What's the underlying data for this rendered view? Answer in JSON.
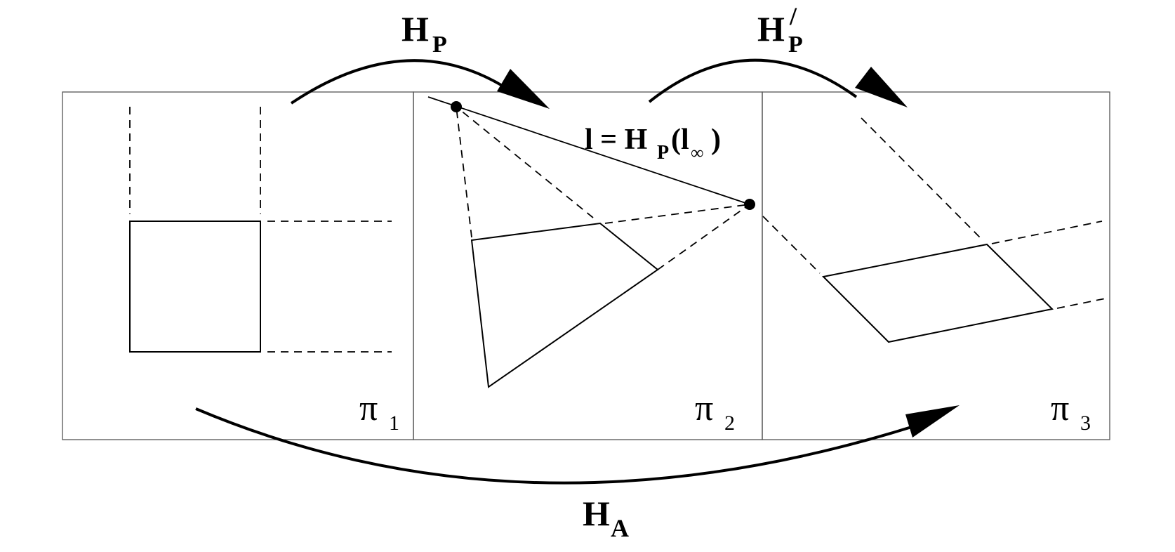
{
  "labels": {
    "hp_main": "H",
    "hp_sub": "P",
    "hpp_main": "H",
    "hpp_sub": "P",
    "hpp_prime": "/",
    "ha_main": "H",
    "ha_sub": "A",
    "line_main": "l = H",
    "line_sub": "P",
    "line_paren_open": "(l",
    "line_inf": "∞",
    "line_paren_close": ")",
    "plane1_main": "π",
    "plane1_sub": "1",
    "plane2_main": "π",
    "plane2_sub": "2",
    "plane3_main": "π",
    "plane3_sub": "3"
  },
  "colors": {
    "stroke": "#000000",
    "frame": "#555555",
    "background": "#ffffff"
  }
}
